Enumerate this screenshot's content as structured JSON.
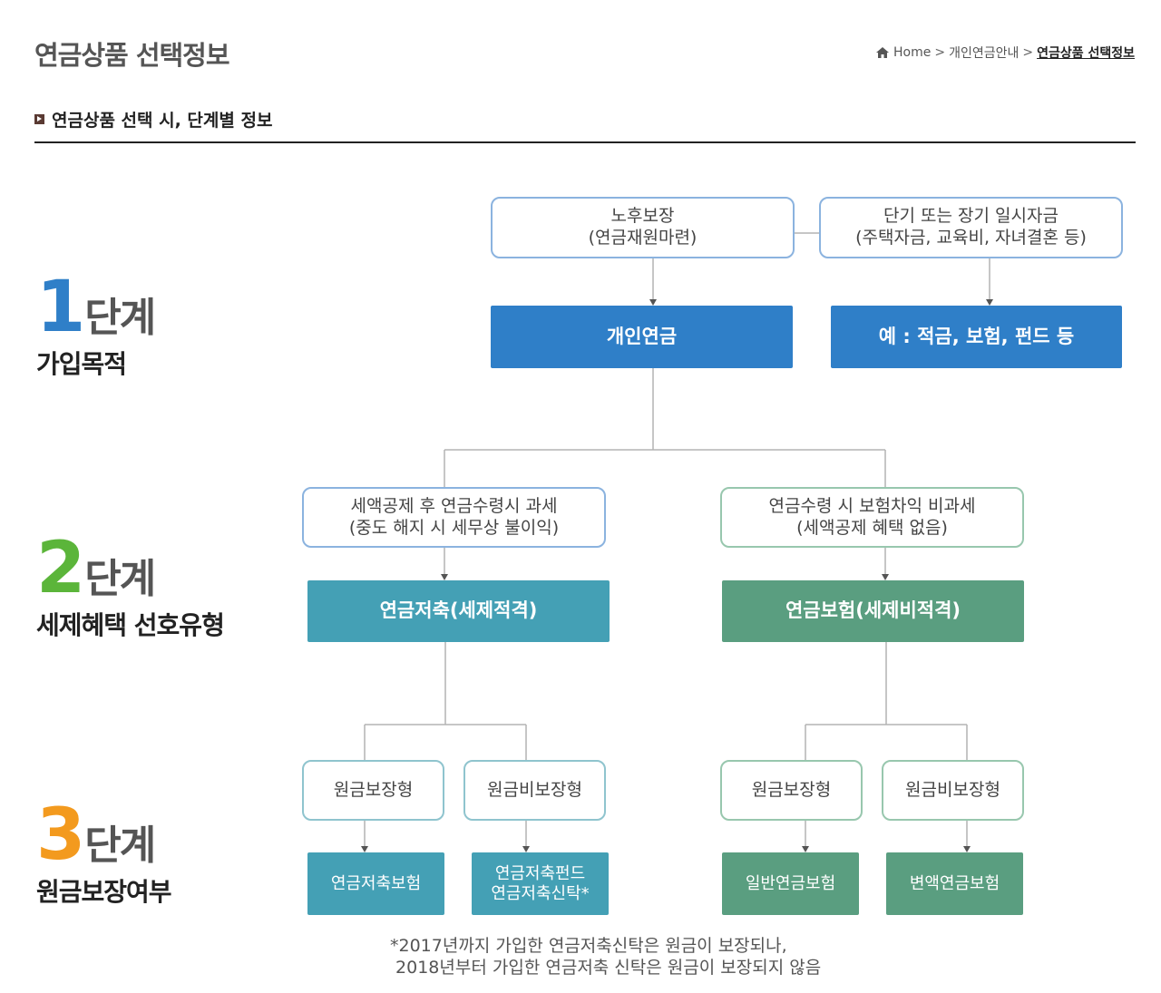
{
  "header": {
    "title": "연금상품 선택정보",
    "breadcrumb": {
      "home": "Home",
      "sep": ">",
      "level1": "개인연금안내",
      "current": "연금상품 선택정보"
    }
  },
  "section": {
    "title": "연금상품 선택 시, 단계별 정보"
  },
  "stages": [
    {
      "num": "1",
      "word": "단계",
      "sub": "가입목적"
    },
    {
      "num": "2",
      "word": "단계",
      "sub": "세제혜택 선호유형"
    },
    {
      "num": "3",
      "word": "단계",
      "sub": "원금보장여부"
    }
  ],
  "diagram": {
    "purpose_retirement": {
      "line1": "노후보장",
      "line2": "(연금재원마련)"
    },
    "purpose_lump": {
      "line1": "단기 또는 장기 일시자금",
      "line2": "(주택자금, 교육비, 자녀결혼 등)"
    },
    "personal_pension": "개인연금",
    "examples": "예 : 적금, 보험, 펀드 등",
    "tax_deduct": {
      "line1": "세액공제 후 연금수령시 과세",
      "line2": "(중도 해지 시 세무상 불이익)"
    },
    "tax_free": {
      "line1": "연금수령 시 보험차익 비과세",
      "line2": "(세액공제 혜택 없음)"
    },
    "savings_qualified": "연금저축(세제적격)",
    "insurance_nonqualified": "연금보험(세제비적격)",
    "guaranteed_1": "원금보장형",
    "non_guaranteed_1": "원금비보장형",
    "guaranteed_2": "원금보장형",
    "non_guaranteed_2": "원금비보장형",
    "savings_insurance": "연금저축보험",
    "savings_fund": {
      "line1": "연금저축펀드",
      "line2": "연금저축신탁*"
    },
    "general_pension": "일반연금보험",
    "variable_pension": "변액연금보험"
  },
  "note": {
    "line1": "*2017년까지 가입한 연금저축신탁은 원금이 보장되나,",
    "line2": " 2018년부터 가입한 연금저축 신탁은 원금이 보장되지 않음"
  },
  "colors": {
    "stage1": "#2f7fc8",
    "stage2": "#5bb53a",
    "stage3": "#f39a1e",
    "blue": "#2f7fc8",
    "teal": "#44a0b5",
    "green": "#5a9e80"
  }
}
